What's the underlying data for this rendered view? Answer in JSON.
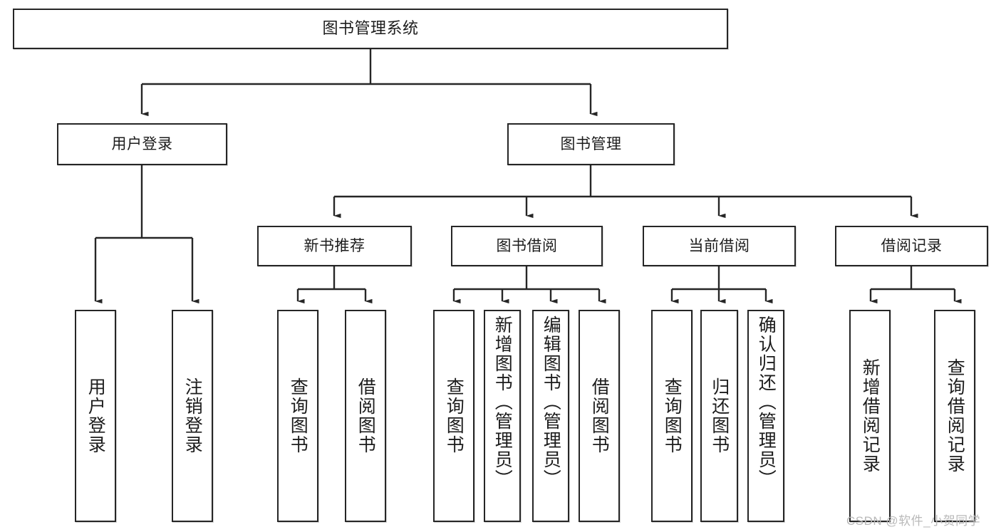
{
  "diagram": {
    "title": "图书管理系统",
    "root": {
      "label": "图书管理系统"
    },
    "level2": [
      {
        "label": "用户登录"
      },
      {
        "label": "图书管理"
      }
    ],
    "level3": [
      {
        "label": "新书推荐"
      },
      {
        "label": "图书借阅"
      },
      {
        "label": "当前借阅"
      },
      {
        "label": "借阅记录"
      }
    ],
    "leaves": {
      "user_login": [
        {
          "label": "用户登录"
        },
        {
          "label": "注销登录"
        }
      ],
      "new_book_recommend": [
        {
          "label": "查询图书"
        },
        {
          "label": "借阅图书"
        }
      ],
      "book_borrow": [
        {
          "label": "查询图书"
        },
        {
          "label": "新增图书（管理员）"
        },
        {
          "label": "编辑图书（管理员）"
        },
        {
          "label": "借阅图书"
        }
      ],
      "current_borrow": [
        {
          "label": "查询图书"
        },
        {
          "label": "归还图书"
        },
        {
          "label": "确认归还（管理员）"
        }
      ],
      "borrow_record": [
        {
          "label": "新增借阅记录"
        },
        {
          "label": "查询借阅记录"
        }
      ]
    }
  },
  "watermark": {
    "text": "CSDN @软件_小贺同学"
  },
  "colors": {
    "stroke": "#262626",
    "background": "#ffffff",
    "text": "#1c1c1c",
    "watermark": "#b9b9b9"
  }
}
